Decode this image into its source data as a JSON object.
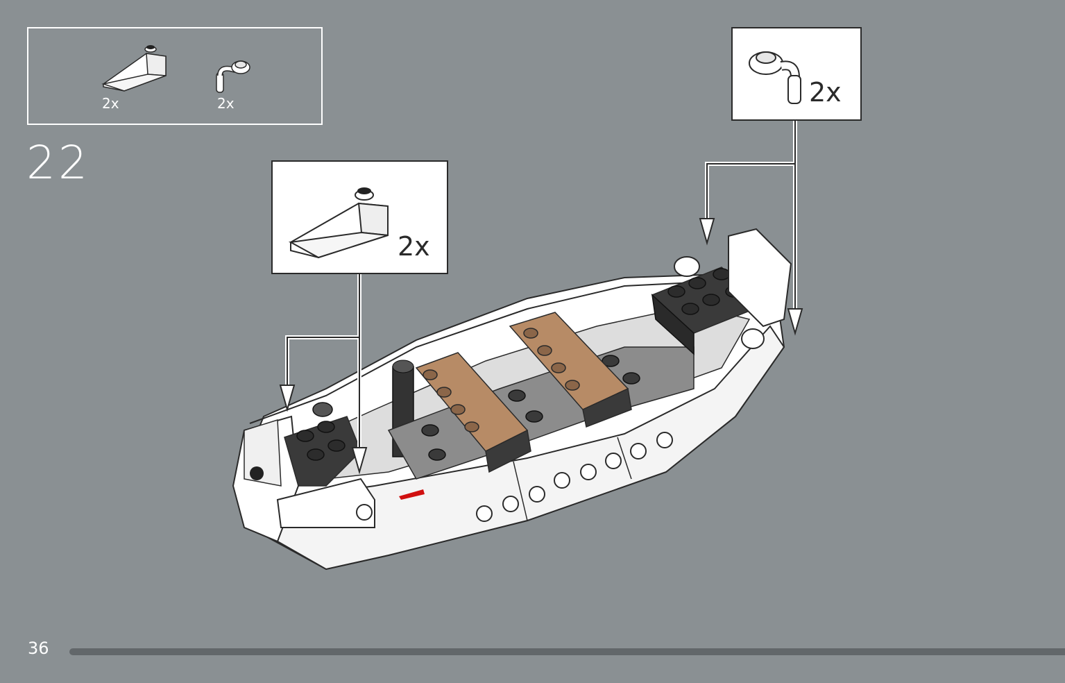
{
  "step": {
    "number": "22"
  },
  "parts_list": {
    "items": [
      {
        "icon": "white-slope-brick-icon",
        "qty": "2x"
      },
      {
        "icon": "white-bar-clip-icon",
        "qty": "2x"
      }
    ]
  },
  "callouts": {
    "bow": {
      "icon": "white-slope-brick-icon",
      "qty": "2x"
    },
    "stern": {
      "icon": "white-bar-clip-icon",
      "qty": "2x"
    }
  },
  "footer": {
    "page_number": "36"
  },
  "colors": {
    "background": "#8a9093",
    "callout_bg": "#ffffff",
    "outline": "#2a2a2a",
    "brick_dark": "#3a3a3a",
    "brick_grey": "#8c8c8c",
    "brick_tan": "#b78b66",
    "hull_white": "#ffffff",
    "accent_red": "#d01010",
    "progress_track": "#62676a"
  }
}
